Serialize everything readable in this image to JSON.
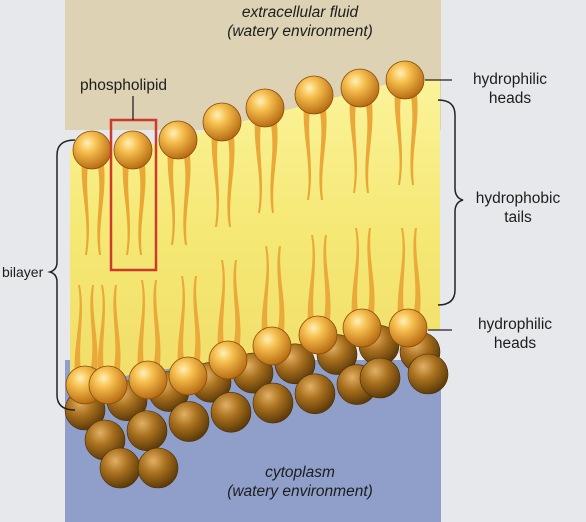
{
  "labels": {
    "extracellular_line1": "extracellular fluid",
    "extracellular_line2": "(watery environment)",
    "phospholipid": "phospholipid",
    "hydrophilic_heads_top_1": "hydrophilic",
    "hydrophilic_heads_top_2": "heads",
    "hydrophobic_tails_1": "hydrophobic",
    "hydrophobic_tails_2": "tails",
    "hydrophilic_heads_bottom_1": "hydrophilic",
    "hydrophilic_heads_bottom_2": "heads",
    "bilayer": "bilayer",
    "cytoplasm_line1": "cytoplasm",
    "cytoplasm_line2": "(watery environment)"
  },
  "colors": {
    "extracellular": "#ddd2b4",
    "bilayer_core": "#f7ec7a",
    "cytoplasm": "#8f9fc9",
    "head": "#e5a62f",
    "tail": "#e7a030",
    "highlight_box": "#cc3b2e"
  }
}
